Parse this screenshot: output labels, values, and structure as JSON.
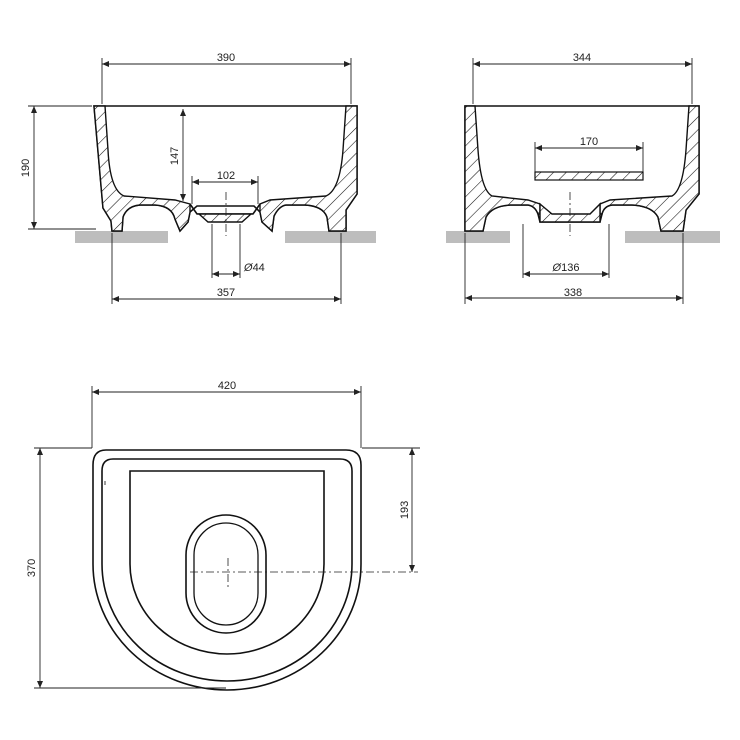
{
  "views": {
    "front_section": {
      "width_top": "390",
      "height_total": "190",
      "depth_inner": "147",
      "drain_recess": "102",
      "drain_diameter": "44",
      "width_base": "357"
    },
    "side_section": {
      "width_top": "344",
      "overflow_slot": "170",
      "drain_diameter": "136",
      "width_base": "338"
    },
    "plan": {
      "width": "420",
      "depth": "370",
      "center_offset": "193"
    }
  },
  "symbols": {
    "diameter": "Ø"
  },
  "colors": {
    "line": "#111111",
    "floor": "#bdbdbd",
    "background": "#ffffff"
  }
}
